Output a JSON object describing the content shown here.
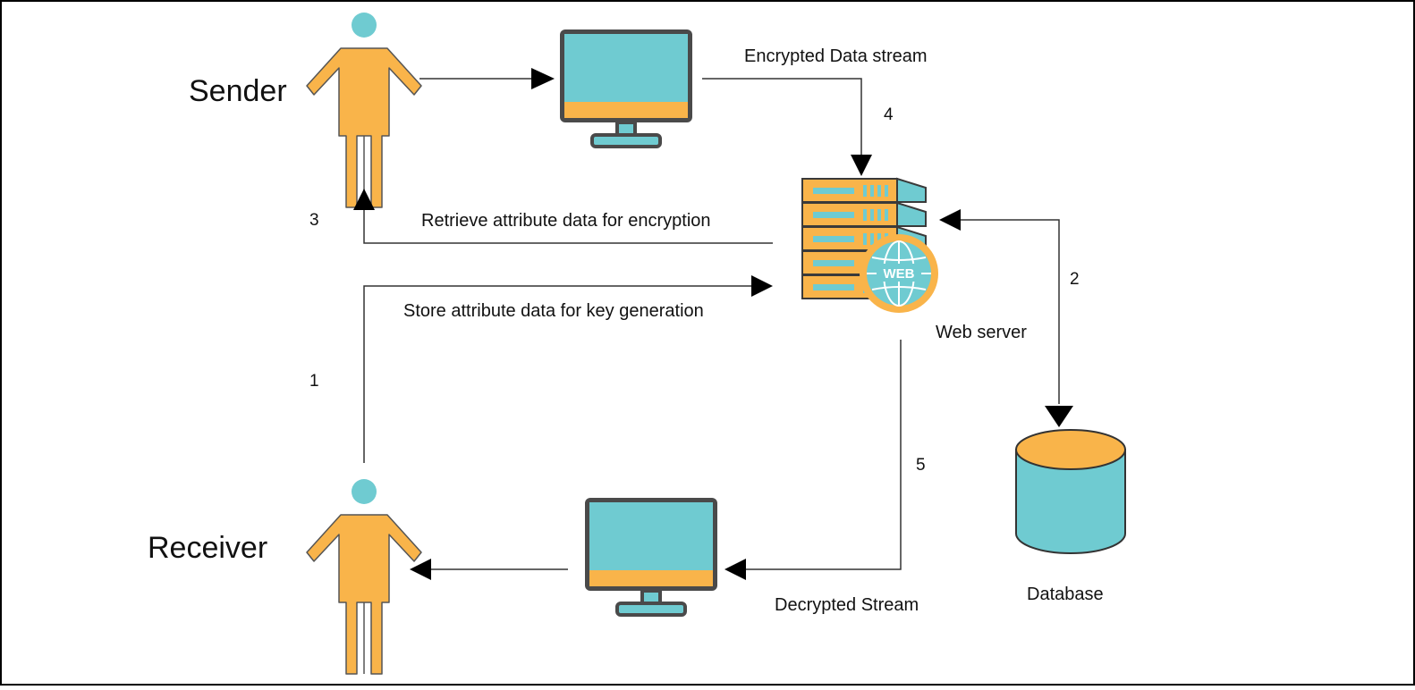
{
  "diagram": {
    "actors": {
      "sender": "Sender",
      "receiver": "Receiver"
    },
    "nodes": {
      "web_server": "Web server",
      "database": "Database",
      "web_badge": "WEB"
    },
    "flows": {
      "encrypted_stream": "Encrypted Data stream",
      "retrieve_attr": "Retrieve attribute data for encryption",
      "store_attr": "Store attribute data for key generation",
      "decrypted_stream": "Decrypted Stream"
    },
    "steps": {
      "s1": "1",
      "s2": "2",
      "s3": "3",
      "s4": "4",
      "s5": "5"
    },
    "colors": {
      "person": "#F9B44A",
      "head": "#6FCBD1",
      "monitor_frame": "#4A4A4A",
      "monitor_screen": "#6FCBD1",
      "server_orange": "#F9B44A",
      "server_teal": "#6FCBD1",
      "db_top": "#F9B44A",
      "db_body": "#6FCBD1",
      "line": "#333333",
      "border": "#000000"
    }
  }
}
